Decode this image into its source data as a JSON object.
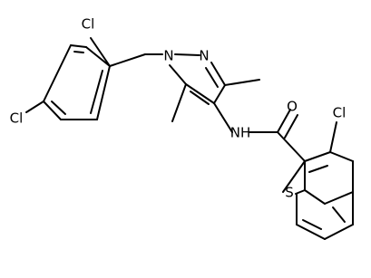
{
  "molecule": {
    "atoms": {
      "cl_top": "Cl",
      "cl_left": "Cl",
      "n1": "N",
      "n2": "N",
      "o": "O",
      "nh": "NH",
      "cl_bt": "Cl",
      "s": "S"
    }
  }
}
